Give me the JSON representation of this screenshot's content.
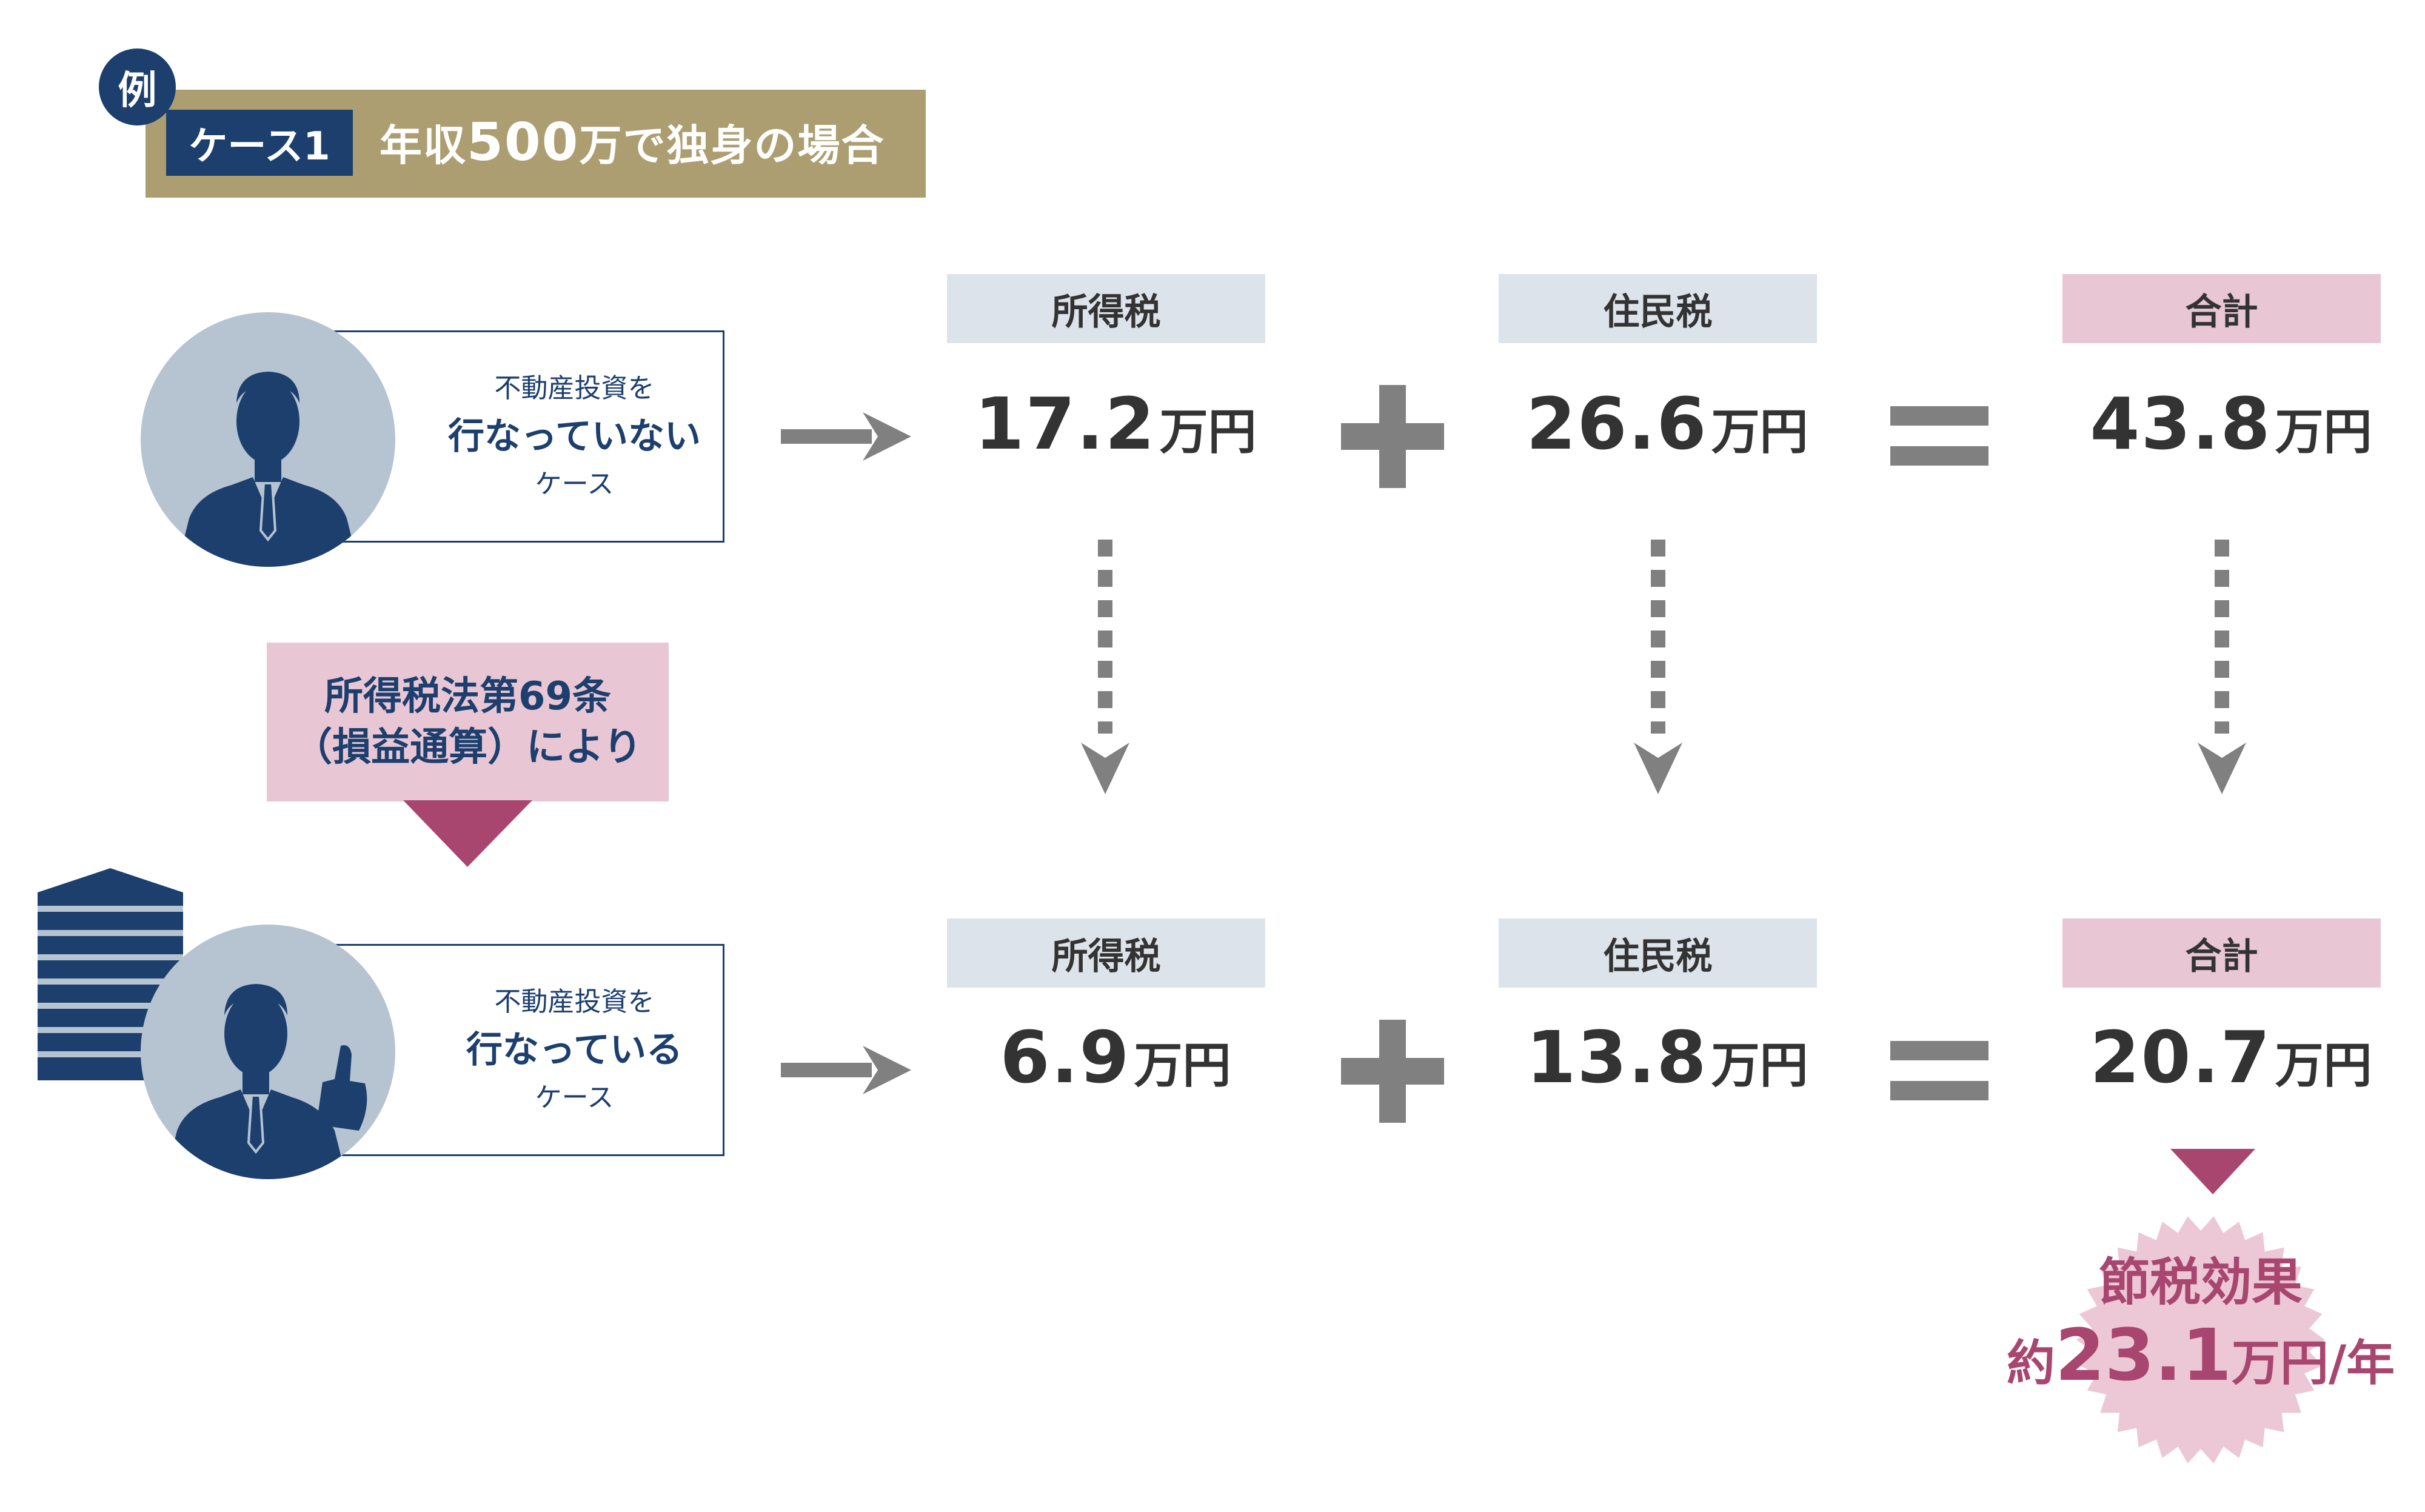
{
  "header": {
    "badge": "例",
    "case_label": "ケース1",
    "title_prefix": "年収",
    "title_number": "500",
    "title_suffix": "万で独身の場合"
  },
  "cases": [
    {
      "line1": "不動産投資を",
      "line2": "行なっていない",
      "line3": "ケース",
      "income_tax_label": "所得税",
      "income_tax_value": "17.2",
      "resident_tax_label": "住民税",
      "resident_tax_value": "26.6",
      "total_label": "合計",
      "total_value": "43.8",
      "unit": "万円"
    },
    {
      "line1": "不動産投資を",
      "line2": "行なっている",
      "line3": "ケース",
      "income_tax_label": "所得税",
      "income_tax_value": "6.9",
      "resident_tax_label": "住民税",
      "resident_tax_value": "13.8",
      "total_label": "合計",
      "total_value": "20.7",
      "unit": "万円"
    }
  ],
  "condition": {
    "line1": "所得税法第69条",
    "line2": "（損益通算）により"
  },
  "effect": {
    "title": "節税効果",
    "prefix": "約",
    "value": "23.1",
    "unit": "万円",
    "suffix": "/年"
  },
  "colors": {
    "navy": "#1c3f6e",
    "gold": "#ad9e72",
    "pink": "#e9c6d4",
    "magenta": "#a8466f",
    "light_blue": "#dde3ea",
    "gray": "#808080"
  }
}
